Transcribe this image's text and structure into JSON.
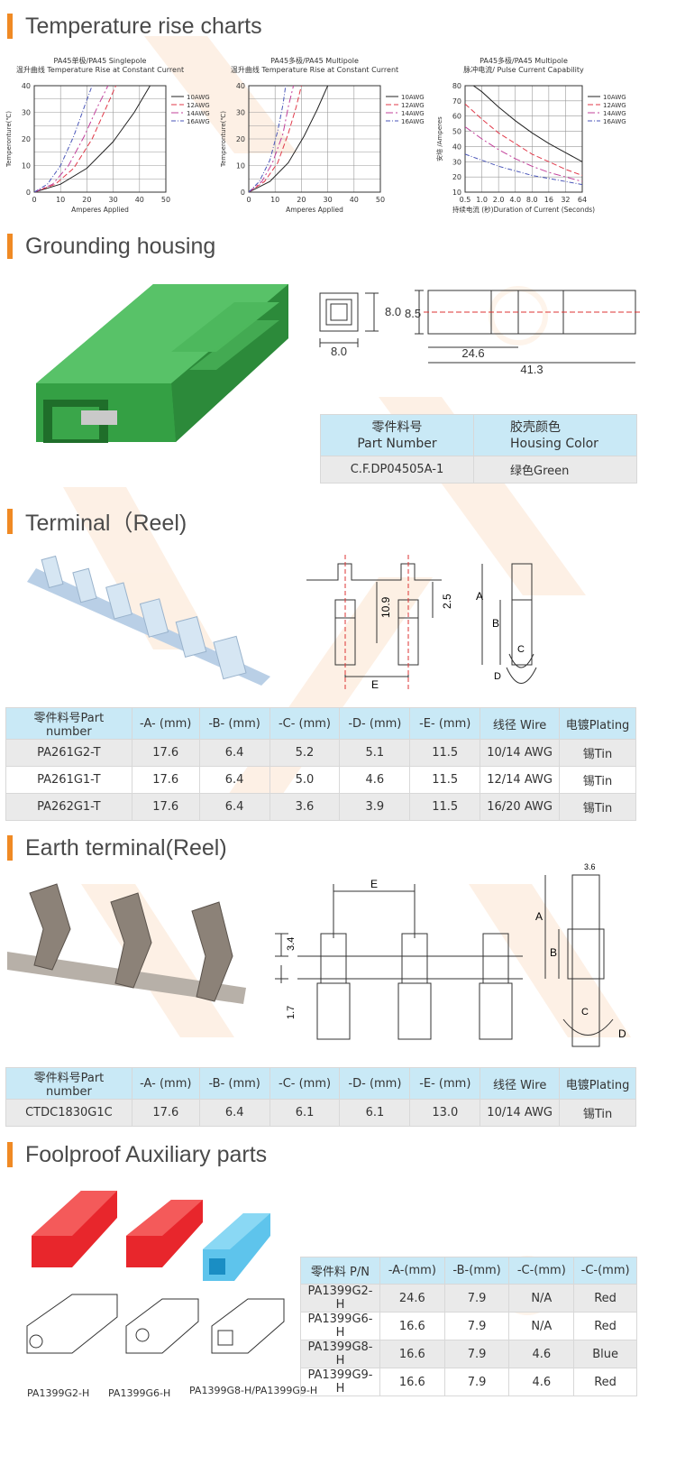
{
  "sections": {
    "temp": "Temperature rise charts",
    "grounding": "Grounding housing",
    "terminal": "Terminal（Reel)",
    "earth": "Earth terminal(Reel)",
    "foolproof": "Foolproof Auxiliary parts"
  },
  "chart_data": [
    {
      "type": "line",
      "title_cn": "PA45单极/PA45 Singlepole",
      "subtitle": "温升曲线 Temperature Rise at Constant Current",
      "xlabel": "Amperes Applied",
      "ylabel": "Temperonture(℃)",
      "xlim": [
        0,
        50
      ],
      "ylim": [
        0,
        40
      ],
      "xticks": [
        0,
        10,
        20,
        30,
        40,
        50
      ],
      "yticks": [
        0,
        10,
        20,
        30,
        40
      ],
      "series": [
        {
          "name": "10AWG",
          "color": "#222222",
          "x": [
            0,
            10,
            20,
            30,
            38,
            44
          ],
          "y": [
            0,
            3,
            9,
            19,
            30,
            40
          ]
        },
        {
          "name": "12AWG",
          "color": "#e03a4a",
          "x": [
            0,
            8,
            15,
            22,
            27,
            31
          ],
          "y": [
            0,
            3,
            9,
            20,
            31,
            40
          ]
        },
        {
          "name": "14AWG",
          "color": "#c2409a",
          "x": [
            0,
            7,
            13,
            19,
            24,
            28
          ],
          "y": [
            0,
            3,
            10,
            21,
            32,
            40
          ]
        },
        {
          "name": "16AWG",
          "color": "#4a56b8",
          "x": [
            0,
            5,
            10,
            15,
            19,
            22
          ],
          "y": [
            0,
            3,
            10,
            21,
            32,
            40
          ]
        }
      ]
    },
    {
      "type": "line",
      "title_cn": "PA45多极/PA45 Multipole",
      "subtitle": "温升曲线 Temperature Rise at Constant Current",
      "xlabel": "Amperes Applied",
      "ylabel": "Temperonture(℃)",
      "xlim": [
        0,
        50
      ],
      "ylim": [
        0,
        40
      ],
      "xticks": [
        0,
        10,
        20,
        30,
        40,
        50
      ],
      "yticks": [
        0,
        10,
        20,
        30,
        40
      ],
      "series": [
        {
          "name": "10AWG",
          "color": "#222222",
          "x": [
            0,
            8,
            15,
            21,
            26,
            30
          ],
          "y": [
            0,
            4,
            11,
            21,
            31,
            40
          ]
        },
        {
          "name": "12AWG",
          "color": "#e03a4a",
          "x": [
            0,
            6,
            11,
            15,
            18,
            20
          ],
          "y": [
            0,
            4,
            11,
            22,
            32,
            40
          ]
        },
        {
          "name": "14AWG",
          "color": "#c2409a",
          "x": [
            0,
            5,
            9,
            13,
            15,
            17
          ],
          "y": [
            0,
            4,
            11,
            22,
            32,
            40
          ]
        },
        {
          "name": "16AWG",
          "color": "#4a56b8",
          "x": [
            0,
            4,
            8,
            11,
            13,
            14
          ],
          "y": [
            0,
            4,
            12,
            23,
            33,
            40
          ]
        }
      ]
    },
    {
      "type": "line",
      "title_cn": "PA45多极/PA45 Multipole",
      "subtitle": "脉冲电流/ Pulse Current Capability",
      "xlabel": "持续电流 (秒)Duration of Current (Seconds)",
      "ylabel": "安培 /Amperes",
      "xlim": [
        0.5,
        64
      ],
      "ylim": [
        10,
        80
      ],
      "xticks": [
        "0.5",
        "1.0",
        "2.0",
        "4.0",
        "8.0",
        "16",
        "32",
        "64"
      ],
      "yticks": [
        10,
        20,
        30,
        40,
        50,
        60,
        70,
        80
      ],
      "series": [
        {
          "name": "10AWG",
          "color": "#222222",
          "x": [
            0.5,
            1,
            2,
            4,
            8,
            16,
            32,
            64
          ],
          "y": [
            84,
            76,
            66,
            57,
            49,
            42,
            36,
            30
          ]
        },
        {
          "name": "12AWG",
          "color": "#e03a4a",
          "x": [
            0.5,
            1,
            2,
            4,
            8,
            16,
            32,
            64
          ],
          "y": [
            68,
            58,
            49,
            42,
            35,
            30,
            25,
            21
          ]
        },
        {
          "name": "14AWG",
          "color": "#c2409a",
          "x": [
            0.5,
            1,
            2,
            4,
            8,
            16,
            32,
            64
          ],
          "y": [
            53,
            45,
            38,
            32,
            27,
            23,
            20,
            17
          ]
        },
        {
          "name": "16AWG",
          "color": "#4a56b8",
          "x": [
            0.5,
            1,
            2,
            4,
            8,
            16,
            32,
            64
          ],
          "y": [
            35,
            31,
            27,
            24,
            21,
            19,
            17,
            15
          ]
        }
      ]
    }
  ],
  "grounding": {
    "dims": {
      "w": "8.0",
      "h": "8.0",
      "h2": "8.5",
      "l1": "24.6",
      "l2": "41.3"
    },
    "table": {
      "headers": [
        "零件料号",
        "Part Number",
        "胶壳颜色",
        "Housing Color"
      ],
      "row": [
        "C.F.DP04505A-1",
        "绿色Green"
      ]
    }
  },
  "terminal": {
    "dims": {
      "a": "A",
      "b": "B",
      "c": "C",
      "d": "D",
      "e": "E",
      "v1": "10.9",
      "v2": "2.5"
    },
    "headers": [
      "零件料号Part number",
      "-A- (mm)",
      "-B- (mm)",
      "-C- (mm)",
      "-D- (mm)",
      "-E- (mm)",
      "线径 Wire",
      "电镀Plating"
    ],
    "rows": [
      [
        "PA261G2-T",
        "17.6",
        "6.4",
        "5.2",
        "5.1",
        "11.5",
        "10/14 AWG",
        "锡Tin"
      ],
      [
        "PA261G1-T",
        "17.6",
        "6.4",
        "5.0",
        "4.6",
        "11.5",
        "12/14 AWG",
        "锡Tin"
      ],
      [
        "PA262G1-T",
        "17.6",
        "6.4",
        "3.6",
        "3.9",
        "11.5",
        "16/20 AWG",
        "锡Tin"
      ]
    ]
  },
  "earth": {
    "dims": {
      "e": "E",
      "v1": "3.4",
      "v2": "1.7",
      "a": "A",
      "b": "B",
      "c": "C",
      "d": "D",
      "t": "3.6"
    },
    "headers": [
      "零件料号Part number",
      "-A- (mm)",
      "-B- (mm)",
      "-C- (mm)",
      "-D- (mm)",
      "-E- (mm)",
      "线径 Wire",
      "电镀Plating"
    ],
    "rows": [
      [
        "CTDC1830G1C",
        "17.6",
        "6.4",
        "6.1",
        "6.1",
        "13.0",
        "10/14 AWG",
        "锡Tin"
      ]
    ]
  },
  "foolproof": {
    "captions": [
      "PA1399G2-H",
      "PA1399G6-H",
      "PA1399G8-H/PA1399G9-H"
    ],
    "headers": [
      "零件料 P/N",
      "-A-(mm)",
      "-B-(mm)",
      "-C-(mm)",
      "-C-(mm)"
    ],
    "rows": [
      [
        "PA1399G2-H",
        "24.6",
        "7.9",
        "N/A",
        "Red"
      ],
      [
        "PA1399G6-H",
        "16.6",
        "7.9",
        "N/A",
        "Red"
      ],
      [
        "PA1399G8-H",
        "16.6",
        "7.9",
        "4.6",
        "Blue"
      ],
      [
        "PA1399G9-H",
        "16.6",
        "7.9",
        "4.6",
        "Red"
      ]
    ]
  },
  "colors": {
    "accent": "#f08a24",
    "header_bg": "#c9e9f6",
    "row_alt": "#eaeaea",
    "housing_green": "#3aa64a",
    "housing_red": "#e8262c",
    "housing_blue": "#5ec4ec"
  }
}
